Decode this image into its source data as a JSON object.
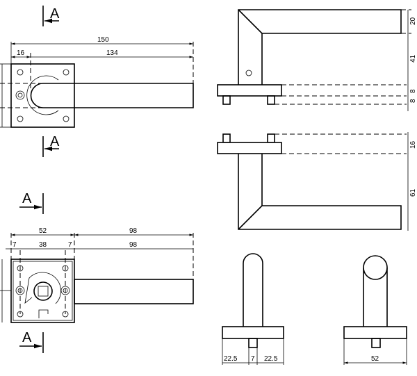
{
  "section_label": "A",
  "top_view": {
    "overall": "150",
    "offset": "16",
    "length": "134"
  },
  "side_view_top": {
    "dims": [
      "20",
      "41",
      "8",
      "8"
    ]
  },
  "side_view_bottom": {
    "dims": [
      "16",
      "61"
    ]
  },
  "front_view": {
    "plate": "52",
    "bar_top": "98",
    "hole_edge_left": "7",
    "hole_spacing": "38",
    "hole_edge_right": "7",
    "bar_bottom": "98"
  },
  "end_view_left": {
    "dims": [
      "22.5",
      "7",
      "22.5"
    ]
  },
  "end_view_right": {
    "dims": [
      "52"
    ]
  }
}
